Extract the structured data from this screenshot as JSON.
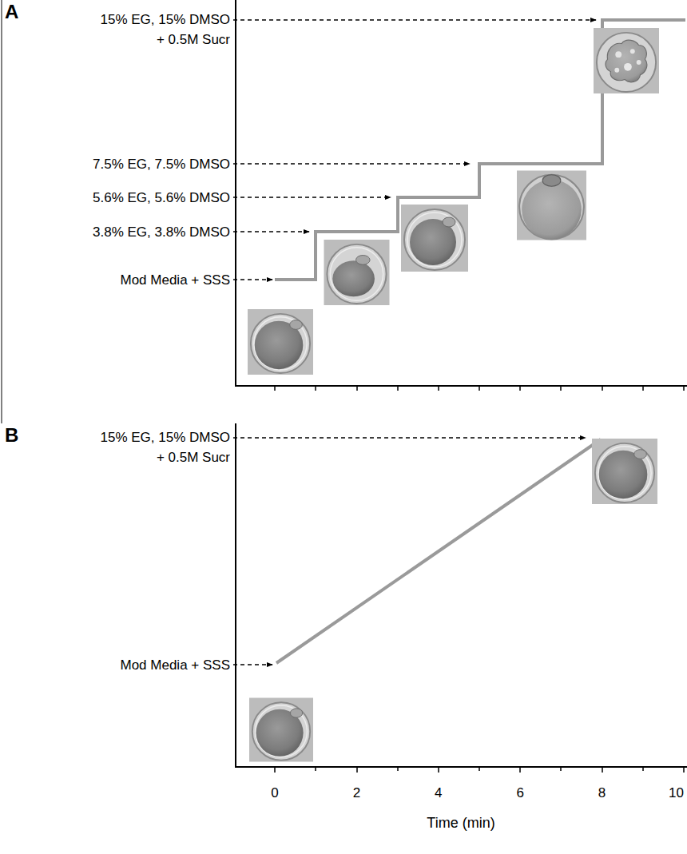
{
  "diagram": {
    "labels": [
      "A",
      "15% EG, 15% DMSO + 0.5M Sucr",
      "7.5% EG, 7.5% DMSO",
      "5.6% EG, 5.6% DMSO",
      "3.8% EG, 3.8% DMSO",
      "Mod Media + SSS",
      "B",
      "15% EG, 15% DMSO + 0.5M Sucr",
      "Mod Media + SSS",
      "0",
      "2",
      "4",
      "6",
      "8",
      "10",
      "Time (min)"
    ]
  }
}
